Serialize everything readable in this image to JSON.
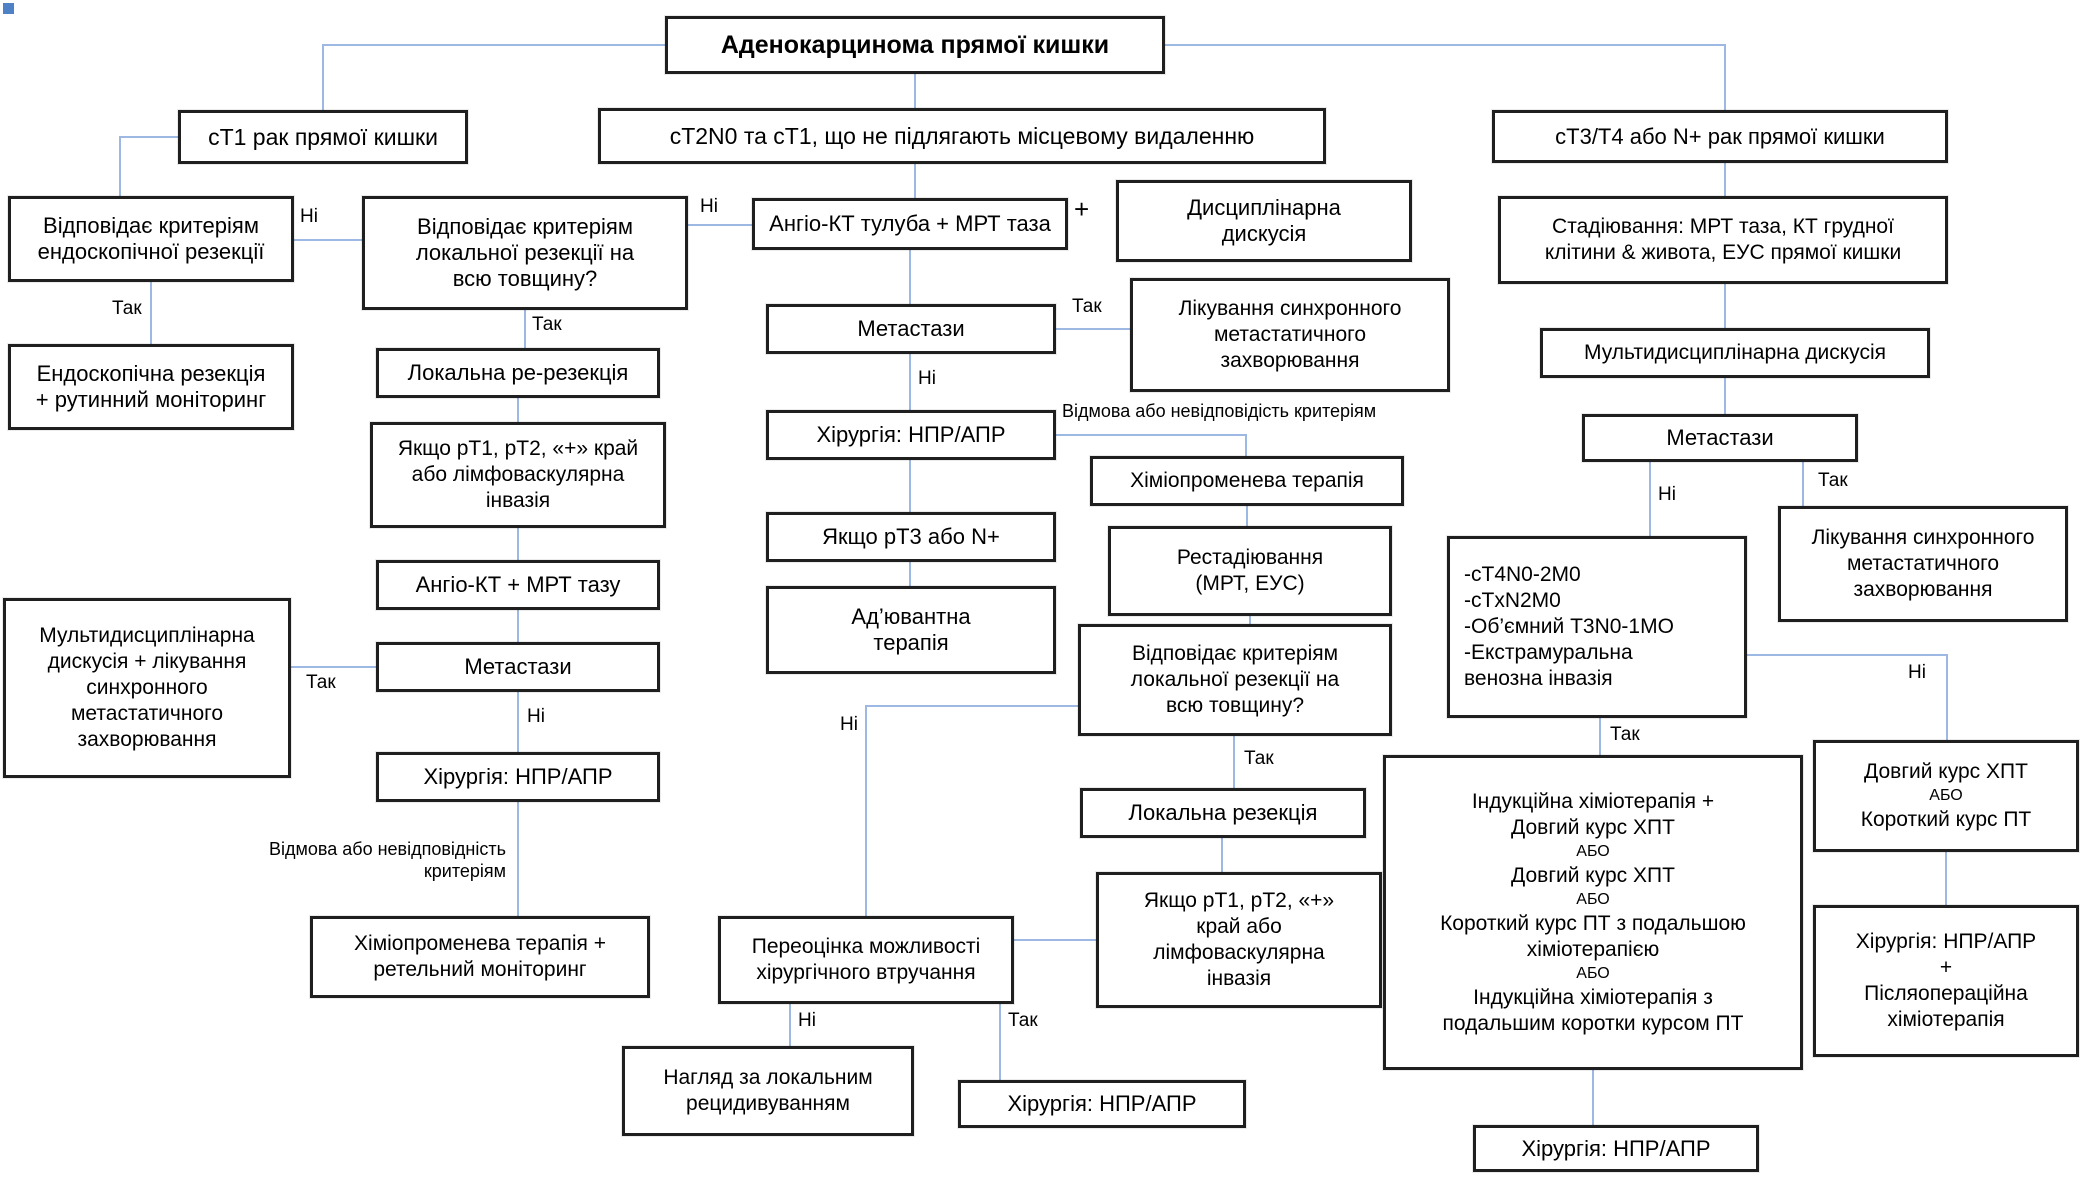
{
  "diagram": {
    "title": "Аденокарцинома прямої кишки",
    "nodes": {
      "title": "Аденокарцинома прямої кишки",
      "ct1_cancer": "cT1 рак прямої кишки",
      "ct2n0_header": "cT2N0 та cT1, що не підлягають місцевому видаленню",
      "ct34_header": "cT3/T4 або N+ рак прямої кишки",
      "endo_criteria": "Відповідає критеріям\nендоскопічної резекції",
      "local_criteria_1": "Відповідає критеріям\nлокальної резекції на\nвсю товщину?",
      "angio_ct_trunk": "Ангіо-КТ тулуба + МРТ таза",
      "disc_discussion": "Дисциплінарна\nдискусія",
      "staging": "Стадіювання: МРТ таза, КТ грудної\nклітини & живота, ЕУС прямої кишки",
      "endo_resection": "Ендоскопічна резекція\n+ рутинний моніторинг",
      "local_re_resection": "Локальна ре-резекція",
      "metastases_center": "Метастази",
      "synch_treatment_center": "Лікування синхронного\nметастатичного\nзахворювання",
      "multidisc_discussion": "Мультидисциплінарна дискусія",
      "if_pt12_left": "Якщо рТ1, рТ2, «+» край\nабо лімфоваскулярна\nінвазія",
      "surgery_center": "Хірургія: НПР/АПР",
      "chemoradiation": "Хіміопроменева терапія",
      "metastases_right": "Метастази",
      "angio_ct_pelvis": "Ангіо-КТ + МРТ тазу",
      "if_pt3": "Якщо рТ3 або N+",
      "restaging": "Рестадіювання\n(МРТ, ЕУС)",
      "synch_treatment_right": "Лікування синхронного\nметастатичного\nзахворювання",
      "advanced_criteria": "-cT4N0-2M0\n-cTxN2M0\n-Об’ємний T3N0-1MO\n-Екстрамуральна\nвенозна інвазія",
      "mdd_synch_left": "Мультидисциплінарна\nдискусія + лікування\nсинхронного\nметастатичного\nзахворювання",
      "metastases_left": "Метастази",
      "adjuvant": "Ад’ювантна\nтерапія",
      "local_criteria_2": "Відповідає критеріям\nлокальної резекції на\nвсю товщину?",
      "surgery_left": "Хірургія: НПР/АПР",
      "local_resection": "Локальна резекція",
      "induction_options": "Індукційна хіміотерапія +\nДовгий курс ХПТ\nАБО\nДовгий курс ХПТ\nАБО\nКороткий курс ПТ з подальшою\nхіміотерапією\nАБО\nІндукційна хіміотерапія з\nподальшим коротки курсом ПТ",
      "long_or_short": "Довгий курс ХПТ\nАБО\nКороткий курс ПТ",
      "if_pt12_right": "Якщо рТ1, рТ2, «+»\nкрай або\nлімфоваскулярна\nінвазія",
      "reassess_surgery": "Переоцінка можливості\nхірургічного втручання",
      "chemo_monitoring": "Хіміопроменева терапія +\nретельний моніторинг",
      "local_recurrence_surveillance": "Нагляд за локальним\nрецидивуванням",
      "surgery_bottom_center": "Хірургія: НПР/АПР",
      "surgery_postop": "Хірургія: НПР/АПР\n+\nПісляопераційна\nхіміотерапія",
      "surgery_bottom_right": "Хірургія: НПР/АПР"
    },
    "edge_labels": {
      "yes": "Так",
      "no": "Ні",
      "plus": "+",
      "refusal_center": "Відмова або невідповідість критеріям",
      "refusal_left": "Відмова або невідповідність\nкритеріям"
    },
    "colors": {
      "line": "#9db8e3",
      "border": "#1f1f1f",
      "background": "#ffffff",
      "text": "#000000"
    }
  }
}
